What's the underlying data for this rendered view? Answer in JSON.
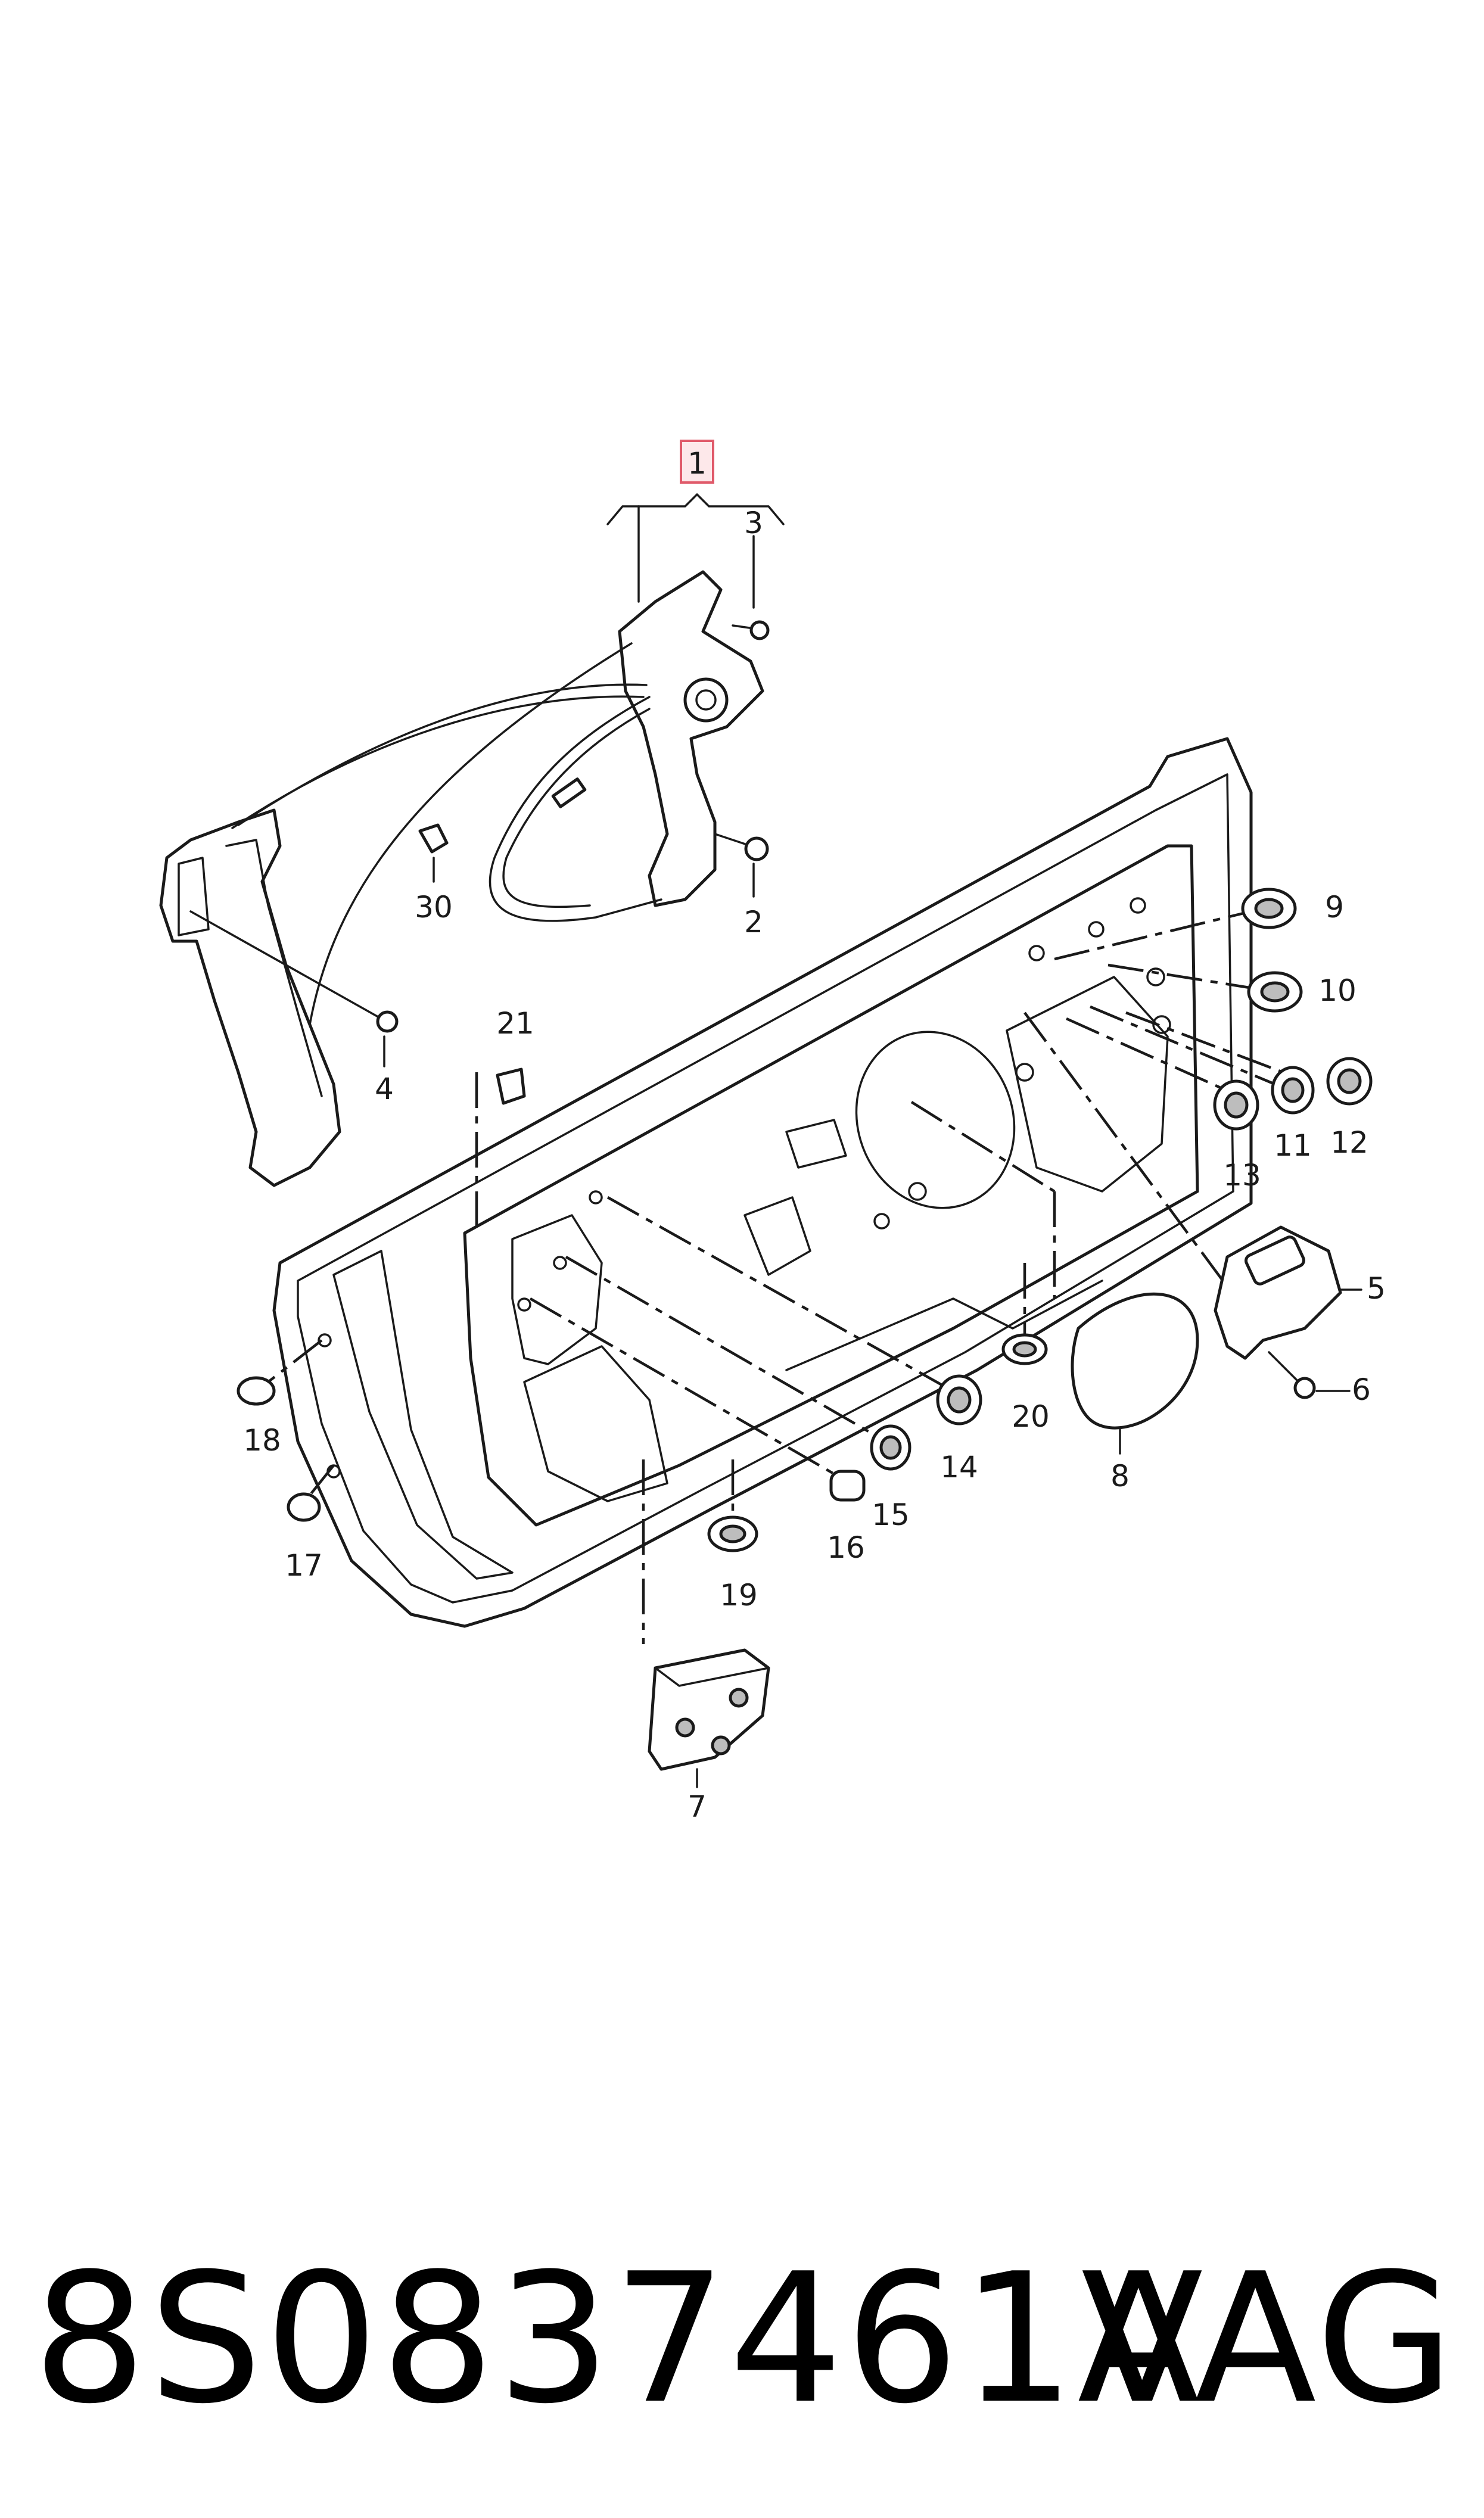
{
  "diagram": {
    "callouts": [
      {
        "id": "c1",
        "label": "1"
      },
      {
        "id": "c2",
        "label": "2"
      },
      {
        "id": "c3",
        "label": "3"
      },
      {
        "id": "c4",
        "label": "4"
      },
      {
        "id": "c5",
        "label": "5"
      },
      {
        "id": "c6",
        "label": "6"
      },
      {
        "id": "c7",
        "label": "7"
      },
      {
        "id": "c8",
        "label": "8"
      },
      {
        "id": "c9",
        "label": "9"
      },
      {
        "id": "c10",
        "label": "10"
      },
      {
        "id": "c11",
        "label": "11"
      },
      {
        "id": "c12",
        "label": "12"
      },
      {
        "id": "c13",
        "label": "13"
      },
      {
        "id": "c14",
        "label": "14"
      },
      {
        "id": "c15",
        "label": "15"
      },
      {
        "id": "c16",
        "label": "16"
      },
      {
        "id": "c17",
        "label": "17"
      },
      {
        "id": "c18",
        "label": "18"
      },
      {
        "id": "c19",
        "label": "19"
      },
      {
        "id": "c20",
        "label": "20"
      },
      {
        "id": "c21",
        "label": "21"
      },
      {
        "id": "c30",
        "label": "30"
      }
    ],
    "highlight_color": "#e05a6a"
  },
  "footer": {
    "part_number": "8S0837461A",
    "brand": "VAG"
  }
}
